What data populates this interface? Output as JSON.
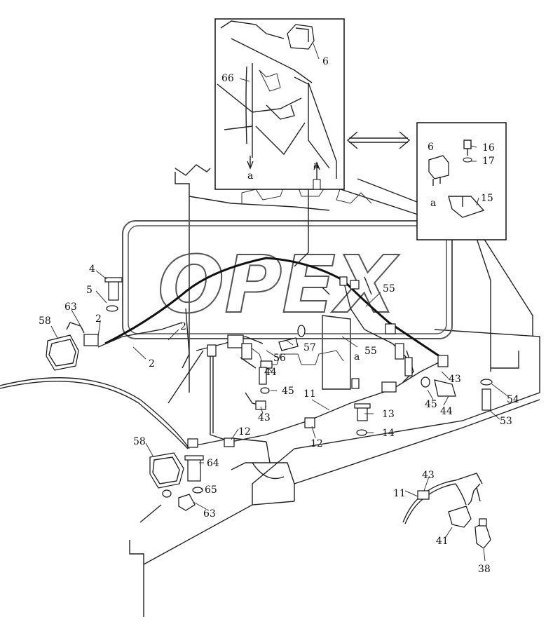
{
  "watermark": "OPEX",
  "callouts": {
    "c66": "66",
    "c6_top": "6",
    "a_left": "a",
    "a_right": "a",
    "c6_inset": "6",
    "a_inset": "a",
    "c16": "16",
    "c17": "17",
    "c15": "15",
    "c4": "4",
    "c5": "5",
    "c63_left": "63",
    "c58_left": "58",
    "c2_a": "2",
    "c2_b": "2",
    "c2_c": "2",
    "c55_top": "55",
    "c55_bottom": "55",
    "c57": "57",
    "c56": "56",
    "c44_mid": "44",
    "c45_mid": "45",
    "c11_mid": "11",
    "c43_mid": "43",
    "c12_a": "12",
    "c12_b": "12",
    "c13": "13",
    "c14": "14",
    "c43_right": "43",
    "c45_right": "45",
    "c44_right": "44",
    "c54": "54",
    "c53": "53",
    "c58_bottom": "58",
    "c64": "64",
    "c65": "65",
    "c63_bottom": "63",
    "c43_detail": "43",
    "c11_detail": "11",
    "c41": "41",
    "c38": "38",
    "a_mid": "a"
  }
}
